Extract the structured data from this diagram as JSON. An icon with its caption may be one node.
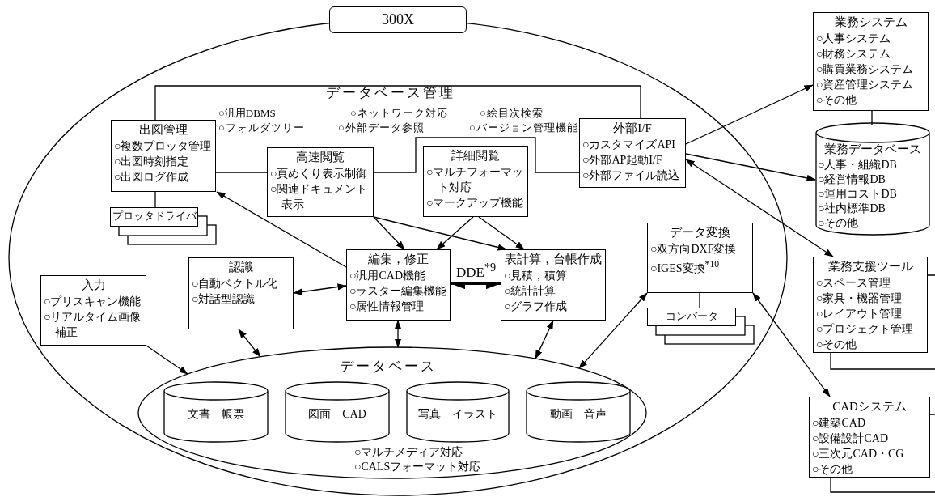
{
  "diagram": {
    "nodes": [
      {
        "text": [
          "300X"
        ]
      },
      {
        "text": [
          "出図管理",
          "○複数プロッタ管理",
          "○出図時刻指定",
          "○出図ログ作成"
        ],
        "in": 0
      },
      {
        "text": [
          "プロッタドライバ"
        ],
        "in": 0
      },
      {
        "text": [
          "高速閲覧",
          "○頁めくり表示制御",
          "○関連ドキュメント表示"
        ],
        "in": 0
      },
      {
        "text": [
          "詳細閲覧",
          "○マルチフォーマット対応",
          "○マークアップ機能"
        ],
        "in": 0
      },
      {
        "text": [
          "外部I/F",
          "○カスタマイズAPI",
          "○外部AP起動I/F",
          "○外部ファイル読込"
        ],
        "in": 0
      },
      {
        "text": [
          "認識",
          "○自動ベクトル化",
          "○対話型認識"
        ],
        "in": 0
      },
      {
        "text": [
          "入力",
          "○プリスキャン機能",
          "○リアルタイム画像補正"
        ],
        "in": 0
      },
      {
        "text": [
          "編集，修正",
          "○汎用CAD機能",
          "○ラスター編集機能",
          "○属性情報管理"
        ],
        "in": 0
      },
      {
        "text": [
          "表計算，台帳作成",
          "○見積，積算",
          "○統計計算",
          "○グラフ作成"
        ],
        "in": 0
      },
      {
        "text": [
          "データ変換",
          "○双方向DXF変換",
          "○IGES変換$^{*10}$"
        ],
        "in": 0
      },
      {
        "text": [
          "コンバータ"
        ],
        "in": 0
      },
      {
        "text": [
          "データベース",
          "○マルチメディア対応",
          "○CALSフォーマット対応"
        ],
        "in": 0
      },
      {
        "text": [
          "文書　帳票"
        ],
        "in": 12
      },
      {
        "text": [
          "図面　CAD"
        ],
        "in": 12
      },
      {
        "text": [
          "写真　イラスト"
        ],
        "in": 12
      },
      {
        "text": [
          "動画　音声"
        ],
        "in": 12
      },
      {
        "text": [
          "業務システム",
          "○人事システム",
          "○財務システム",
          "○購買業務システム",
          "○資産管理システム",
          "○その他"
        ]
      },
      {
        "text": [
          "業務データベース",
          "○人事・組織DB",
          "○経営情報DB",
          "○運用コストDB",
          "○社内標準DB",
          "○その他"
        ]
      },
      {
        "text": [
          "業務支援ツール",
          "○スペース管理",
          "○家具・機器管理",
          "○レイアウト管理",
          "○プロジェクト管理",
          "○その他"
        ]
      },
      {
        "text": [
          "CADシステム",
          "○建築CAD",
          "○設備設計CAD",
          "○三次元CAD・CG",
          "○その他"
        ]
      }
    ],
    "edges": [
      {
        "from": 1,
        "to": 2,
        "arrow": "none"
      },
      {
        "from": 1,
        "to": 3,
        "arrow": "none"
      },
      {
        "from": 3,
        "to": 5,
        "arrow": "none"
      },
      {
        "from": 1,
        "to": 5,
        "arrow": "none"
      },
      {
        "from": 3,
        "to": 8,
        "arrow": "to"
      },
      {
        "from": 3,
        "to": 9,
        "arrow": "to"
      },
      {
        "from": 4,
        "to": 8,
        "arrow": "to"
      },
      {
        "from": 4,
        "to": 9,
        "arrow": "to"
      },
      {
        "from": 8,
        "to": 1,
        "arrow": "to"
      },
      {
        "from": 8,
        "to": 6,
        "arrow": "both"
      },
      {
        "from": 6,
        "to": 12,
        "arrow": "both"
      },
      {
        "from": 7,
        "to": 12,
        "arrow": "to"
      },
      {
        "from": 8,
        "to": 12,
        "arrow": "both"
      },
      {
        "from": 9,
        "to": 12,
        "arrow": "both"
      },
      {
        "from": 10,
        "to": 12,
        "arrow": "both"
      },
      {
        "from": 8,
        "to": 9,
        "arrow": "both",
        "label": "DDE$^{*9}$",
        "style": "thick"
      },
      {
        "from": 10,
        "to": 11,
        "arrow": "none"
      },
      {
        "from": 5,
        "to": 17,
        "arrow": "to"
      },
      {
        "from": 5,
        "to": 18,
        "arrow": "to"
      },
      {
        "from": 5,
        "to": 19,
        "arrow": "both"
      },
      {
        "from": 10,
        "to": 20,
        "arrow": "both"
      },
      {
        "from": 17,
        "to": 18,
        "arrow": "none"
      }
    ],
    "labels": [
      "データベース管理",
      "○汎用DBMS",
      "○ネットワーク対応",
      "○絵目次検索",
      "○フォルダツリー",
      "○外部データ参照",
      "○バージョン管理機能"
    ]
  }
}
